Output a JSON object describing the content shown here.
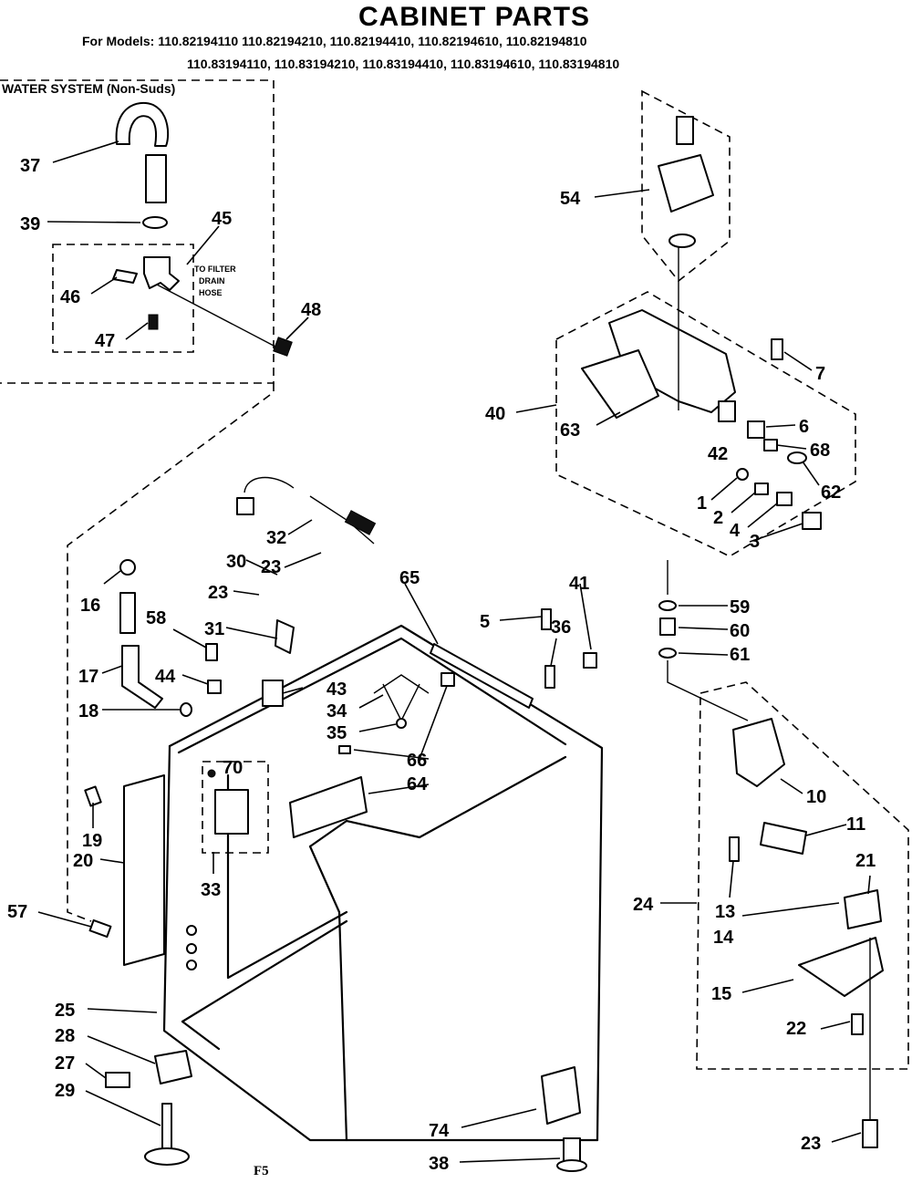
{
  "header": {
    "title": "CABINET PARTS",
    "models_line1": "For Models: 110.82194110  110.82194210, 110.82194410, 110.82194610, 110.82194810",
    "models_line2": "110.83194110, 110.83194210, 110.83194410, 110.83194610, 110.83194810"
  },
  "water_system": {
    "label": "WATER SYSTEM (Non-Suds)",
    "note_line1": "TO FILTER",
    "note_line2": "DRAIN",
    "note_line3": "HOSE"
  },
  "figure_code": "F5",
  "callouts": {
    "c37": "37",
    "c39": "39",
    "c45": "45",
    "c46": "46",
    "c47": "47",
    "c48": "48",
    "c54": "54",
    "c7": "7",
    "c40": "40",
    "c63": "63",
    "c42": "42",
    "c6": "6",
    "c68": "68",
    "c62": "62",
    "c1": "1",
    "c2": "2",
    "c4": "4",
    "c3": "3",
    "c32": "32",
    "c23a": "23",
    "c30": "30",
    "c23b": "23",
    "c31": "31",
    "c16": "16",
    "c58": "58",
    "c65": "65",
    "c5": "5",
    "c41": "41",
    "c36": "36",
    "c59": "59",
    "c60": "60",
    "c61": "61",
    "c17": "17",
    "c44": "44",
    "c43": "43",
    "c34": "34",
    "c35": "35",
    "c18": "18",
    "c66": "66",
    "c70": "70",
    "c64": "64",
    "c10": "10",
    "c11": "11",
    "c19": "19",
    "c20": "20",
    "c33": "33",
    "c21": "21",
    "c13": "13",
    "c24": "24",
    "c14": "14",
    "c57": "57",
    "c15": "15",
    "c22": "22",
    "c25": "25",
    "c28": "28",
    "c27": "27",
    "c29": "29",
    "c74": "74",
    "c38": "38",
    "c23c": "23"
  }
}
